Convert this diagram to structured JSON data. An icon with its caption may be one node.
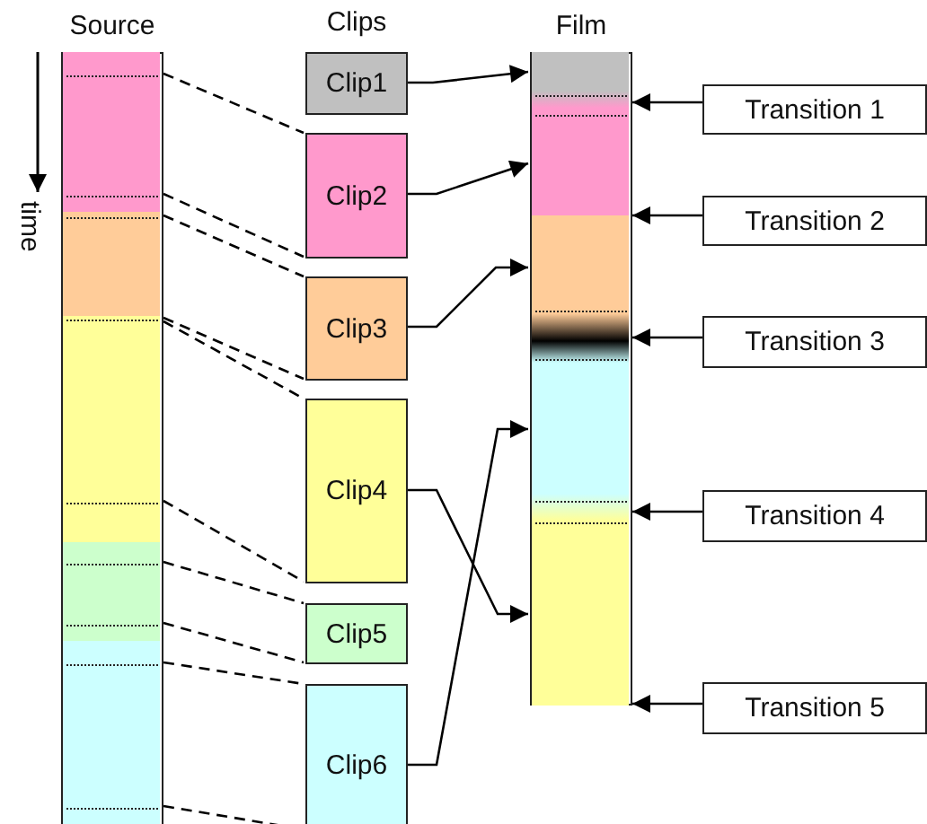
{
  "diagram": {
    "nodes": [
      {
        "text": [
          "Source"
        ]
      },
      {
        "text": [],
        "shape": "bar",
        "in": 0
      },
      {
        "text": [],
        "shape": "bar",
        "in": 0
      },
      {
        "text": [],
        "shape": "bar",
        "in": 0
      },
      {
        "text": [],
        "shape": "bar",
        "in": 0
      },
      {
        "text": [],
        "shape": "bar",
        "in": 0
      },
      {
        "text": [
          "Clip1"
        ]
      },
      {
        "text": [
          "Clip2"
        ]
      },
      {
        "text": [
          "Clip3"
        ]
      },
      {
        "text": [
          "Clip4"
        ]
      },
      {
        "text": [
          "Clip5"
        ]
      },
      {
        "text": [
          "Clip6"
        ]
      },
      {
        "text": [
          "Film"
        ]
      },
      {
        "text": [],
        "shape": "bar",
        "in": 12
      },
      {
        "text": [],
        "shape": "bar",
        "in": 12
      },
      {
        "text": [],
        "shape": "bar",
        "in": 12
      },
      {
        "text": [],
        "shape": "bar",
        "in": 12
      },
      {
        "text": [],
        "shape": "bar",
        "in": 12
      },
      {
        "text": [
          "Transition 1"
        ]
      },
      {
        "text": [
          "Transition 2"
        ]
      },
      {
        "text": [
          "Transition 3"
        ]
      },
      {
        "text": [
          "Transition 4"
        ]
      },
      {
        "text": [
          "Transition 5"
        ]
      }
    ],
    "edges": [
      {
        "from": 1,
        "to": 7,
        "arrow": "none",
        "style": "dashed"
      },
      {
        "from": 1,
        "to": 7,
        "arrow": "none",
        "style": "dashed"
      },
      {
        "from": 2,
        "to": 8,
        "arrow": "none",
        "style": "dashed"
      },
      {
        "from": 2,
        "to": 8,
        "arrow": "none",
        "style": "dashed"
      },
      {
        "from": 3,
        "to": 9,
        "arrow": "none",
        "style": "dashed"
      },
      {
        "from": 3,
        "to": 9,
        "arrow": "none",
        "style": "dashed"
      },
      {
        "from": 4,
        "to": 10,
        "arrow": "none",
        "style": "dashed"
      },
      {
        "from": 4,
        "to": 10,
        "arrow": "none",
        "style": "dashed"
      },
      {
        "from": 5,
        "to": 11,
        "arrow": "none",
        "style": "dashed"
      },
      {
        "from": 5,
        "to": 11,
        "arrow": "none",
        "style": "dashed"
      },
      {
        "from": 6,
        "to": 13,
        "arrow": "to"
      },
      {
        "from": 7,
        "to": 14,
        "arrow": "to"
      },
      {
        "from": 8,
        "to": 15,
        "arrow": "to"
      },
      {
        "from": 9,
        "to": 17,
        "arrow": "to"
      },
      {
        "from": 11,
        "to": 16,
        "arrow": "to"
      },
      {
        "from": 18,
        "to": 12,
        "arrow": "to"
      },
      {
        "from": 19,
        "to": 12,
        "arrow": "to"
      },
      {
        "from": 20,
        "to": 12,
        "arrow": "to"
      },
      {
        "from": 21,
        "to": 12,
        "arrow": "to"
      },
      {
        "from": 22,
        "to": 12,
        "arrow": "to"
      }
    ],
    "labels": [
      "Clips",
      "time"
    ]
  }
}
